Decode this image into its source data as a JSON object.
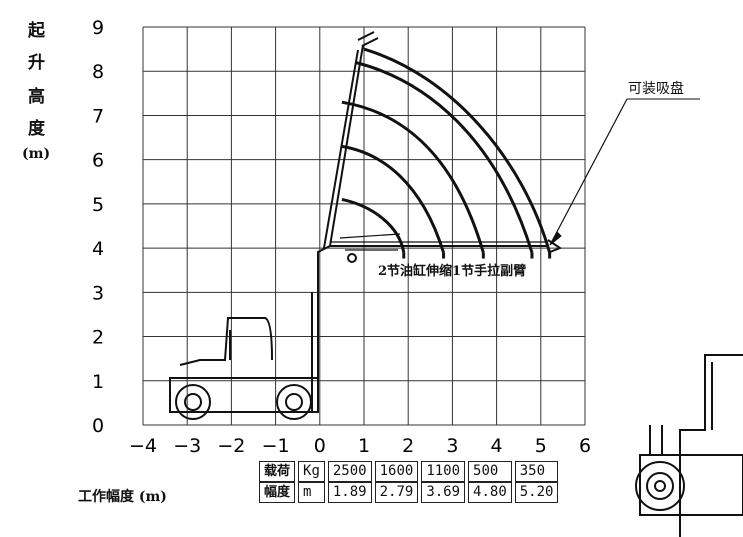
{
  "y_axis_label_chars": [
    "起",
    "升",
    "高",
    "度",
    "(m)"
  ],
  "x_axis_label": "工作幅度 (m)",
  "y_ticks": [
    "0",
    "1",
    "2",
    "3",
    "4",
    "5",
    "6",
    "7",
    "8",
    "9"
  ],
  "x_ticks": [
    "−4",
    "−3",
    "−2",
    "−1",
    "0",
    "1",
    "2",
    "3",
    "4",
    "5",
    "6"
  ],
  "annotations": {
    "suction_cup": "可装吸盘",
    "arm_spec": "2节油缸伸缩1节手拉副臂"
  },
  "load_table": {
    "row1_label": "载荷",
    "row1_unit": "Kg",
    "row2_label": "幅度",
    "row2_unit": "m",
    "loads": [
      "2500",
      "1600",
      "1100",
      "500",
      "350"
    ],
    "radii": [
      "1.89",
      "2.79",
      "3.69",
      "4.80",
      "5.20"
    ]
  },
  "chart_data": {
    "type": "line",
    "xlabel": "工作幅度 (m)",
    "ylabel": "起升高度 (m)",
    "xlim": [
      -4,
      6
    ],
    "ylim": [
      0,
      9
    ],
    "grid": true,
    "series": [
      {
        "values": [
          [
            0.5,
            5.1
          ],
          [
            1.2,
            4.95
          ],
          [
            1.8,
            4.5
          ],
          [
            1.9,
            3.9
          ]
        ]
      },
      {
        "values": [
          [
            0.5,
            6.3
          ],
          [
            1.4,
            6.15
          ],
          [
            2.3,
            5.5
          ],
          [
            2.8,
            3.9
          ]
        ]
      },
      {
        "values": [
          [
            0.5,
            7.3
          ],
          [
            1.7,
            7.1
          ],
          [
            3.0,
            6.3
          ],
          [
            3.7,
            3.9
          ]
        ]
      },
      {
        "values": [
          [
            0.8,
            8.2
          ],
          [
            2.4,
            7.8
          ],
          [
            4.0,
            6.5
          ],
          [
            4.8,
            3.9
          ]
        ]
      },
      {
        "values": [
          [
            1.0,
            8.5
          ],
          [
            3.0,
            7.9
          ],
          [
            4.6,
            6.0
          ],
          [
            5.2,
            3.9
          ]
        ]
      }
    ]
  }
}
